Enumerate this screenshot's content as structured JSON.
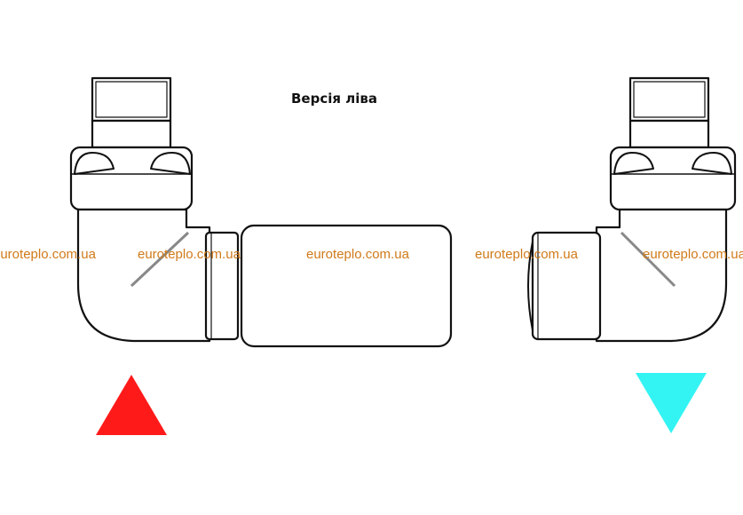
{
  "title": "Версія ліва",
  "watermark": "euroteplo.com.ua",
  "colors": {
    "outline": "#111111",
    "hot_arrow": "#ff1a1a",
    "cold_arrow": "#33f3f3",
    "watermark": "#d07a1a"
  },
  "icons": {
    "hot_marker": "red-triangle-up",
    "cold_marker": "cyan-triangle-down"
  }
}
